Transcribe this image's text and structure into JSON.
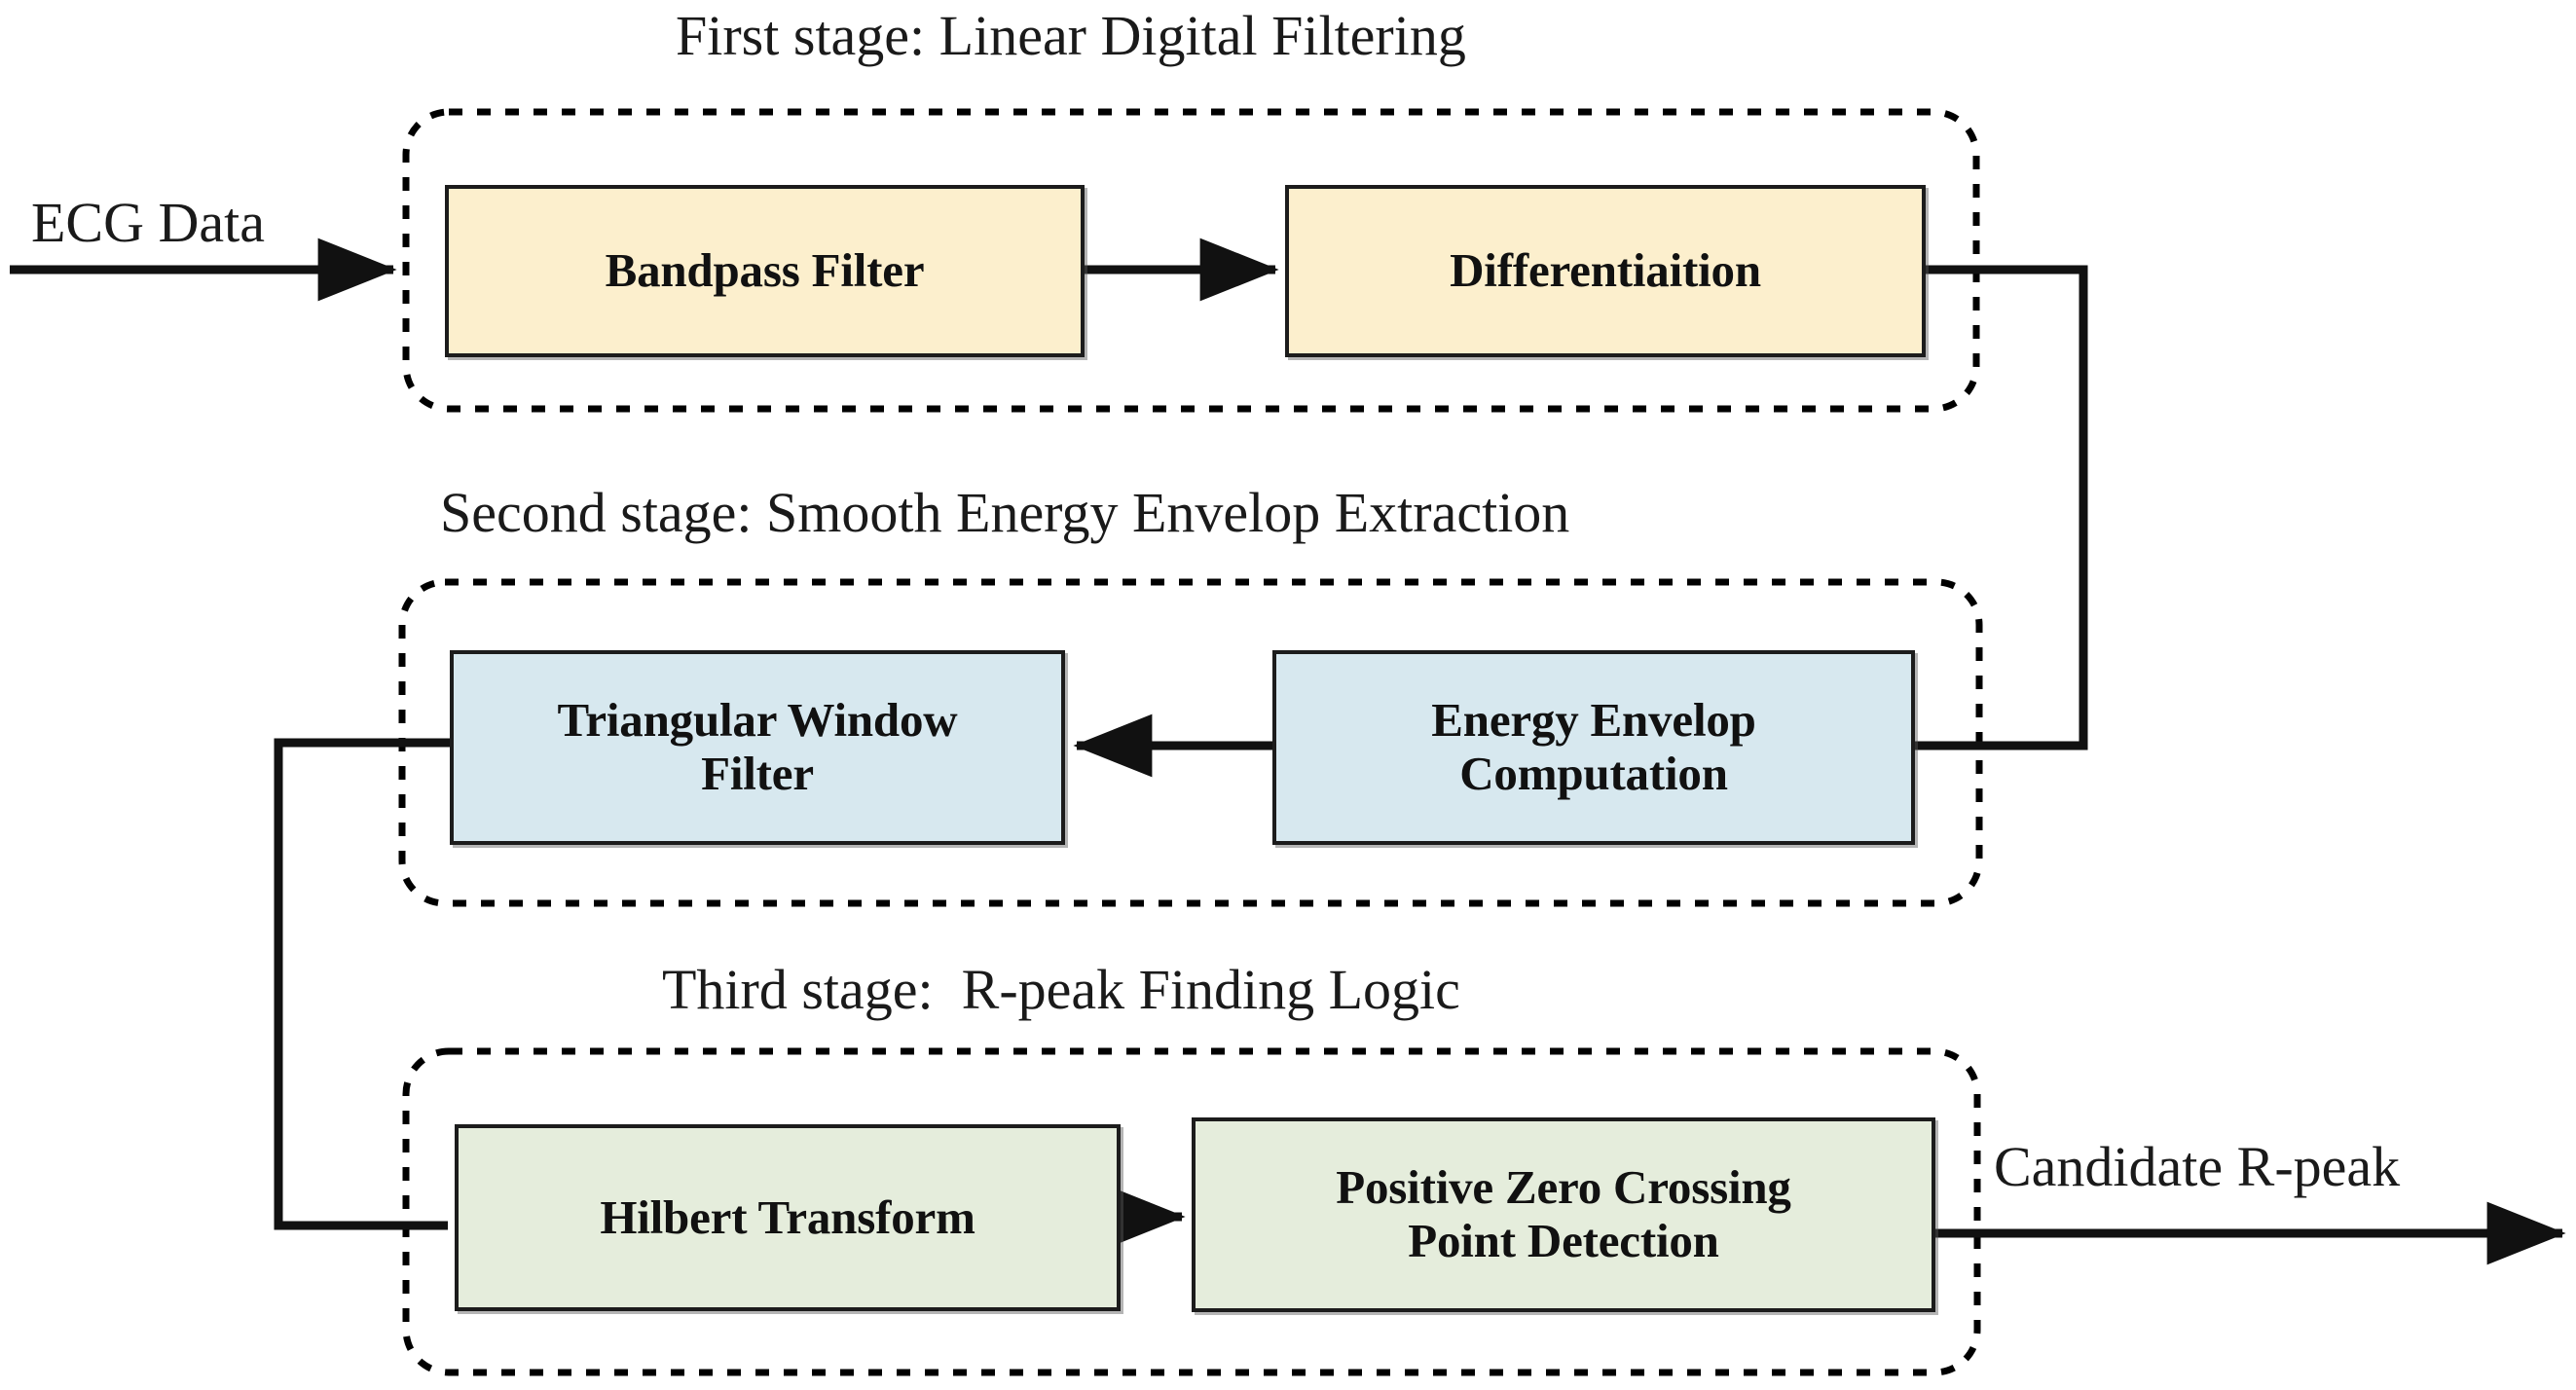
{
  "diagram": {
    "title": "Three-stage ECG R-peak detection pipeline",
    "colors": {
      "stage1_fill": "#fcefcd",
      "stage2_fill": "#d7e8ef",
      "stage3_fill": "#e5eddc",
      "box_border": "#1c1c1c",
      "connector": "#111111",
      "container_border": "#000000",
      "background": "#ffffff"
    },
    "stages": [
      {
        "id": "stage1",
        "caption": "First stage: Linear Digital Filtering",
        "blocks": [
          {
            "id": "bandpass",
            "label": "Bandpass Filter"
          },
          {
            "id": "differentiation",
            "label": "Differentiaition"
          }
        ]
      },
      {
        "id": "stage2",
        "caption": "Second stage: Smooth Energy Envelop Extraction",
        "blocks": [
          {
            "id": "triangular-window-filter",
            "label_line1": "Triangular Window",
            "label_line2": "Filter"
          },
          {
            "id": "energy-envelop-computation",
            "label_line1": "Energy Envelop",
            "label_line2": "Computation"
          }
        ]
      },
      {
        "id": "stage3",
        "caption": "Third stage:  R-peak Finding Logic",
        "blocks": [
          {
            "id": "hilbert-transform",
            "label": "Hilbert Transform"
          },
          {
            "id": "positive-zero-crossing",
            "label_line1": "Positive Zero Crossing",
            "label_line2": "Point Detection"
          }
        ]
      }
    ],
    "io": {
      "input_label": "ECG Data",
      "output_label": "Candidate R-peak"
    },
    "flow": [
      {
        "from": "ECG Data",
        "to": "Bandpass Filter"
      },
      {
        "from": "Bandpass Filter",
        "to": "Differentiaition"
      },
      {
        "from": "Differentiaition",
        "to": "Energy Envelop Computation"
      },
      {
        "from": "Energy Envelop Computation",
        "to": "Triangular Window Filter"
      },
      {
        "from": "Triangular Window Filter",
        "to": "Hilbert Transform"
      },
      {
        "from": "Hilbert Transform",
        "to": "Positive Zero Crossing Point Detection"
      },
      {
        "from": "Positive Zero Crossing Point Detection",
        "to": "Candidate R-peak"
      }
    ]
  }
}
